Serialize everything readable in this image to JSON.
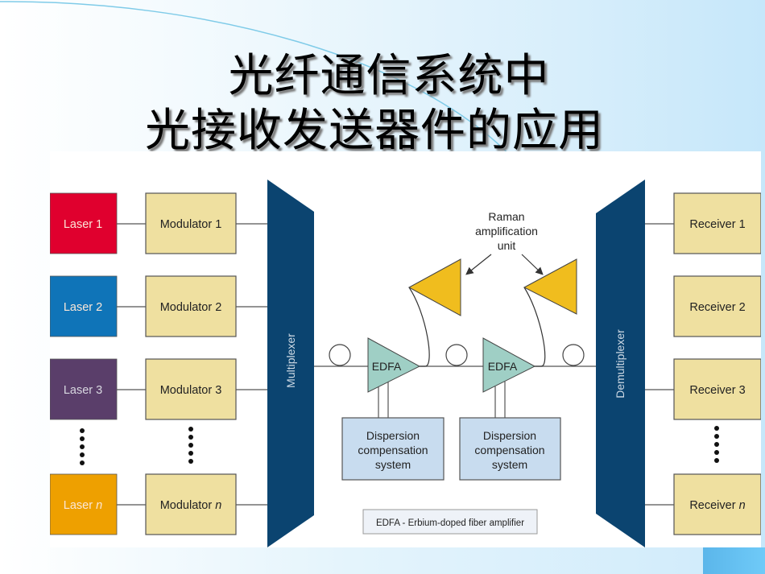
{
  "slide": {
    "title_line1": "光纤通信系统中",
    "title_line2": "光接收发送器件的应用"
  },
  "diagram": {
    "lasers": [
      {
        "label": "Laser 1",
        "color": "#e0002e"
      },
      {
        "label": "Laser 2",
        "color": "#0f74b8"
      },
      {
        "label": "Laser 3",
        "color": "#5a3e6a"
      },
      {
        "label": "Laser n",
        "color": "#eea000"
      }
    ],
    "modulators": [
      "Modulator 1",
      "Modulator 2",
      "Modulator 3",
      "Modulator n"
    ],
    "multiplexer": "Multiplexer",
    "demultiplexer": "Demultiplexer",
    "receivers": [
      "Receiver 1",
      "Receiver 2",
      "Receiver 3",
      "Receiver n"
    ],
    "edfa_label": "EDFA",
    "raman_label": [
      "Raman",
      "amplification",
      "unit"
    ],
    "dispersion_label": [
      "Dispersion",
      "compensation",
      "system"
    ],
    "legend": "EDFA - Erbium-doped fiber amplifier",
    "colors": {
      "module_fill": "#efe0a0",
      "mux_fill": "#0b4470",
      "edfa_fill": "#9fcfc5",
      "raman_fill": "#f0bd1e",
      "dcs_fill": "#c8dcef"
    }
  }
}
